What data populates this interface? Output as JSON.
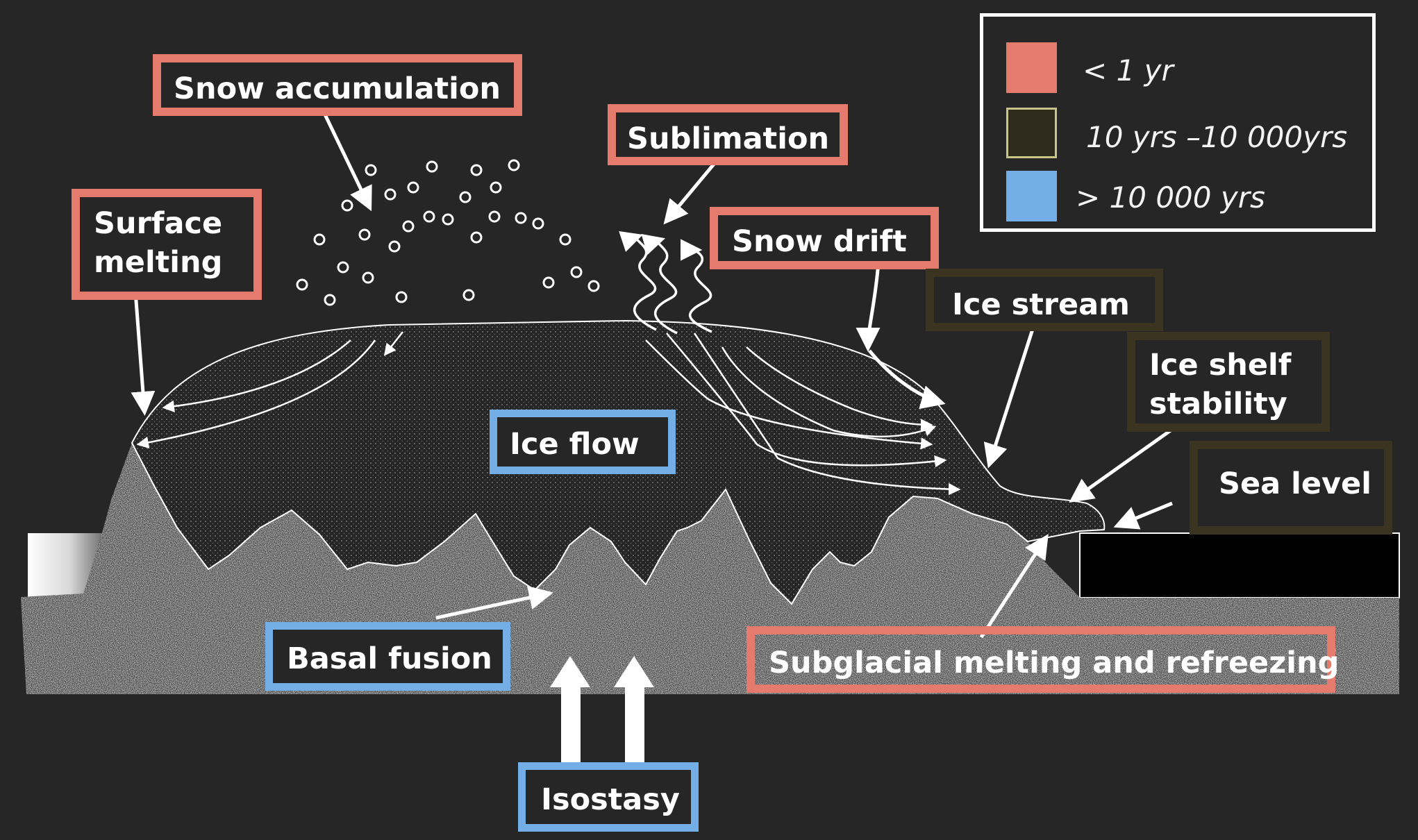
{
  "colors": {
    "background": "#262626",
    "short_term": "#e57b6c",
    "medium_term": "#3a3420",
    "long_term": "#73aee6"
  },
  "legend": {
    "items": [
      {
        "label": "< 1 yr",
        "color": "#e57b6c"
      },
      {
        "label": "10 yrs –10 000yrs",
        "color": "#3a3420"
      },
      {
        "label": "> 10 000 yrs",
        "color": "#73aee6"
      }
    ]
  },
  "labels": {
    "snow_accumulation": "Snow accumulation",
    "sublimation": "Sublimation",
    "surface_melting_1": "Surface",
    "surface_melting_2": "melting",
    "snow_drift": "Snow drift",
    "ice_stream": "Ice stream",
    "ice_shelf_1": "Ice shelf",
    "ice_shelf_2": "stability",
    "sea_level": "Sea level",
    "ice_flow": "Ice flow",
    "basal_fusion": "Basal fusion",
    "subglacial": "Subglacial melting and refreezing",
    "isostasy": "Isostasy"
  }
}
